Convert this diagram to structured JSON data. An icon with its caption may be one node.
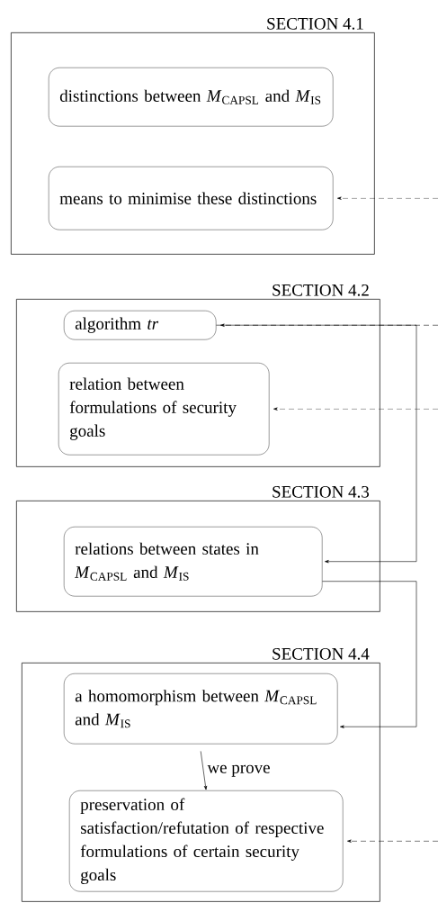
{
  "diagram": {
    "nodes": [
      {
        "text": [
          "SECTION 4.1"
        ]
      },
      {
        "text": [
          "distinctions between *M*$_{CAPSL}$ and *M*$_{IS}$"
        ],
        "in": 0
      },
      {
        "text": [
          "means to minimise these distinctions"
        ],
        "in": 0
      },
      {
        "text": [
          "SECTION 4.2"
        ]
      },
      {
        "text": [
          "algorithm *tr*"
        ],
        "in": 3
      },
      {
        "text": [
          "relation between formulations of security goals"
        ],
        "in": 3
      },
      {
        "text": [
          "SECTION 4.3"
        ]
      },
      {
        "text": [
          "relations between states in *M*$_{CAPSL}$ and *M*$_{IS}$"
        ],
        "in": 6
      },
      {
        "text": [
          "SECTION 4.4"
        ]
      },
      {
        "text": [
          "a homomorphism between *M*$_{CAPSL}$ and *M*$_{IS}$"
        ],
        "in": 8
      },
      {
        "text": [
          "preservation of satisfaction/refutation of respective formulations of certain security goals"
        ],
        "in": 8
      }
    ],
    "edges": [
      {
        "from": null,
        "to": 2,
        "arrow": "to",
        "style": "dashed"
      },
      {
        "from": null,
        "to": 4,
        "arrow": "to",
        "style": "dashed"
      },
      {
        "from": null,
        "to": 5,
        "arrow": "to",
        "style": "dashed"
      },
      {
        "from": 4,
        "to": 7,
        "arrow": "to"
      },
      {
        "from": 7,
        "to": 9,
        "arrow": "to"
      },
      {
        "from": 9,
        "to": 10,
        "arrow": "to",
        "label": "we prove"
      },
      {
        "from": null,
        "to": 10,
        "arrow": "to",
        "style": "dashed"
      }
    ]
  }
}
